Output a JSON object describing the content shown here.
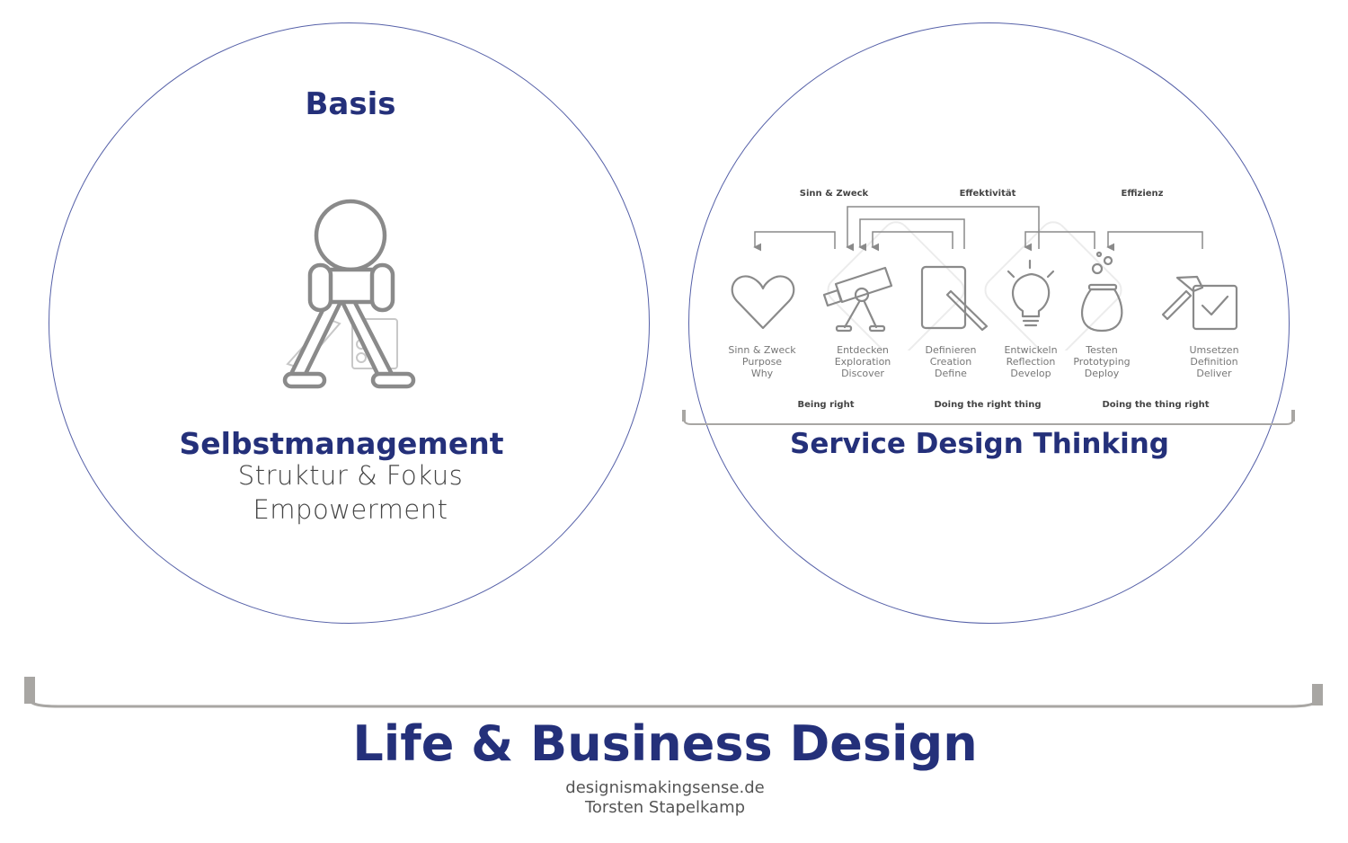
{
  "left_circle": {
    "heading": "Basis",
    "icon": "walking-figure-icon",
    "title": "Selbstmanagement",
    "subtitle_lines": [
      "Struktur & Fokus",
      "Empowerment"
    ]
  },
  "right_circle": {
    "title": "Service Design Thinking",
    "groups": [
      {
        "label": "Sinn & Zweck"
      },
      {
        "label": "Effektivität"
      },
      {
        "label": "Effizienz"
      }
    ],
    "steps": [
      {
        "icon": "heart-icon",
        "lines": [
          "Sinn & Zweck",
          "Purpose",
          "Why"
        ]
      },
      {
        "icon": "telescope-icon",
        "lines": [
          "Entdecken",
          "Exploration",
          "Discover"
        ]
      },
      {
        "icon": "document-pencil-icon",
        "lines": [
          "Definieren",
          "Creation",
          "Define"
        ]
      },
      {
        "icon": "lightbulb-icon",
        "lines": [
          "Entwickeln",
          "Reflection",
          "Develop"
        ]
      },
      {
        "icon": "flask-icon",
        "lines": [
          "Testen",
          "Prototyping",
          "Deploy"
        ]
      },
      {
        "icon": "hammer-check-icon",
        "lines": [
          "Umsetzen",
          "Definition",
          "Deliver"
        ]
      }
    ],
    "phases": [
      {
        "label": "Being right"
      },
      {
        "label": "Doing the right thing"
      },
      {
        "label": "Doing the thing right"
      }
    ]
  },
  "footer": {
    "title": "Life & Business Design",
    "website": "designismakingsense.de",
    "author": "Torsten Stapelkamp"
  },
  "colors": {
    "navy": "#24307a",
    "circle_stroke": "#5560a8",
    "icon_gray": "#8a8a8a",
    "bracket_gray": "#a8a6a3"
  }
}
